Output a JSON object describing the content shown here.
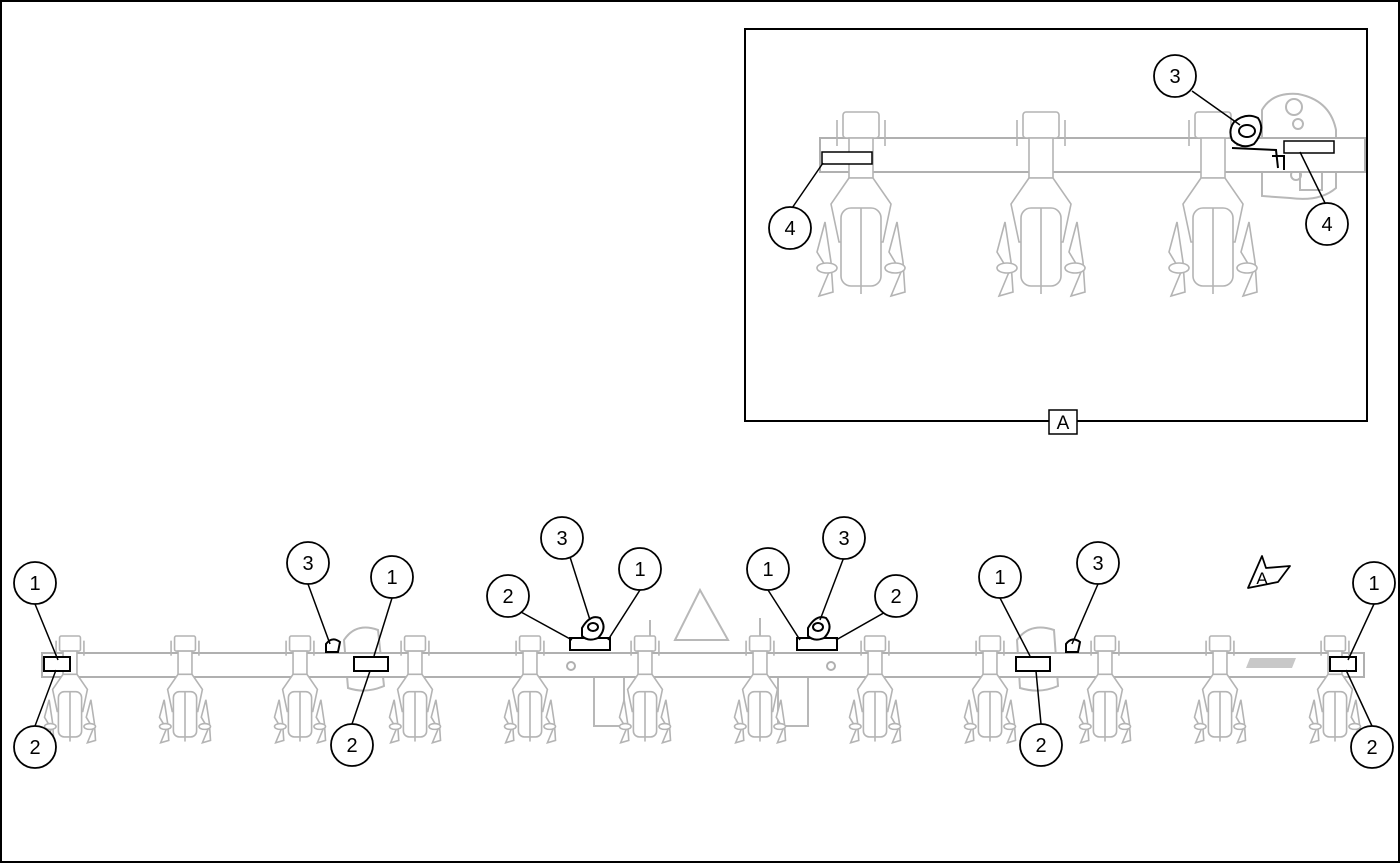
{
  "diagram": {
    "main_callouts": [
      {
        "id": "m1",
        "text": "1"
      },
      {
        "id": "m2",
        "text": "2"
      },
      {
        "id": "m3",
        "text": "3"
      },
      {
        "id": "m4",
        "text": "1"
      },
      {
        "id": "m5",
        "text": "2"
      },
      {
        "id": "m6",
        "text": "3"
      },
      {
        "id": "m7",
        "text": "1"
      },
      {
        "id": "m8",
        "text": "1"
      },
      {
        "id": "m9",
        "text": "3"
      },
      {
        "id": "m10",
        "text": "2"
      },
      {
        "id": "m11",
        "text": "1"
      },
      {
        "id": "m12",
        "text": "2"
      },
      {
        "id": "m13",
        "text": "3"
      },
      {
        "id": "m14",
        "text": "1"
      },
      {
        "id": "m15",
        "text": "2"
      }
    ],
    "inset_callouts": [
      {
        "id": "i1",
        "text": "3"
      },
      {
        "id": "i2",
        "text": "4"
      },
      {
        "id": "i3",
        "text": "4"
      }
    ],
    "inset_label": "A",
    "view_arrow_label": "A"
  },
  "colors": {
    "ghost_part": "#c4c4c4",
    "ghost_stroke": "#b0b0b0",
    "highlight": "#000000",
    "frame": "#000000"
  }
}
